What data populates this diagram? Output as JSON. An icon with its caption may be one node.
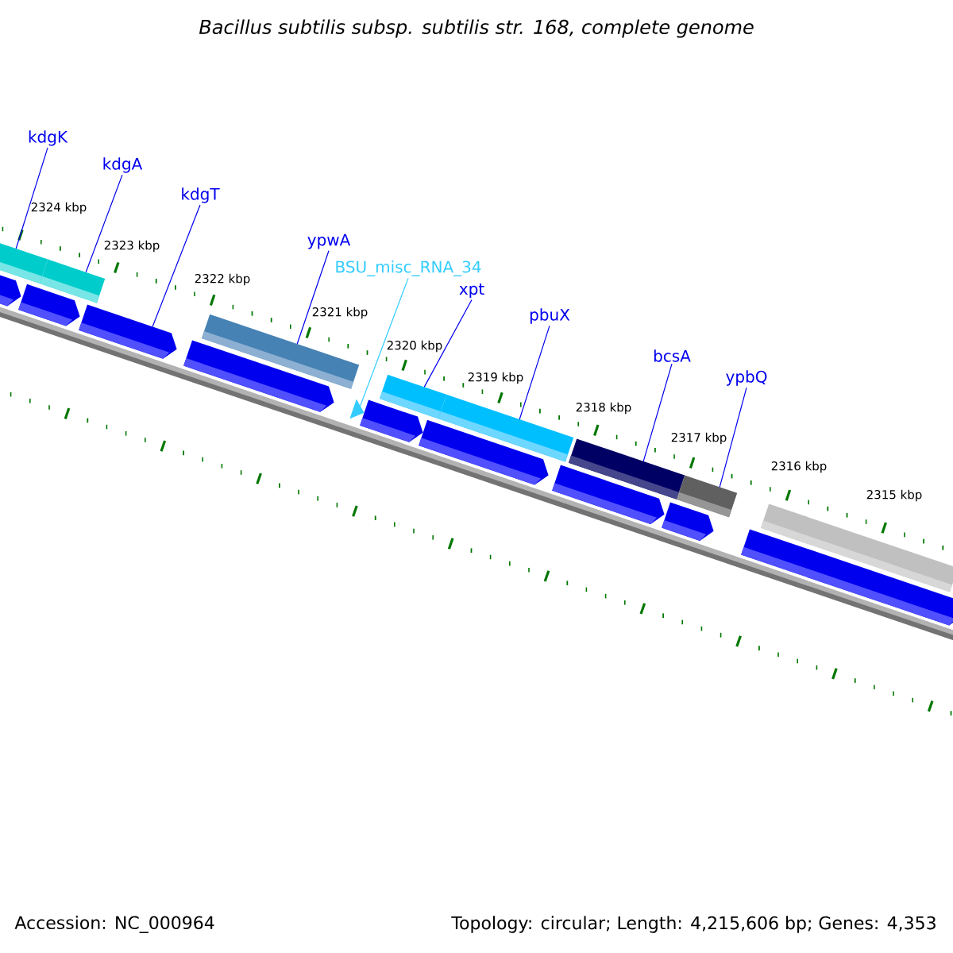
{
  "diagram": {
    "title": "Bacillus subtilis subsp. subtilis str. 168, complete genome",
    "nodes": [
      {
        "text": [
          "kdgK"
        ]
      },
      {
        "text": [
          "kdgA"
        ]
      },
      {
        "text": [
          "kdgT"
        ]
      },
      {
        "text": [
          "ypwA"
        ]
      },
      {
        "text": [
          "BSU_misc_RNA_34"
        ]
      },
      {
        "text": [
          "xpt"
        ]
      },
      {
        "text": [
          "pbuX"
        ]
      },
      {
        "text": [
          "bcsA"
        ]
      },
      {
        "text": [
          "ypbQ"
        ]
      },
      {
        "text": [],
        "shape": "bar"
      },
      {
        "text": [],
        "shape": "bar"
      },
      {
        "text": [],
        "shape": "bar"
      },
      {
        "text": [],
        "shape": "bar"
      },
      {
        "text": [],
        "shape": "bar"
      },
      {
        "text": [],
        "shape": "bar"
      },
      {
        "text": [],
        "shape": "bar"
      },
      {
        "text": [],
        "shape": "bar"
      },
      {
        "text": [],
        "shape": "triangle"
      },
      {
        "text": [],
        "shape": "pentagon"
      },
      {
        "text": [],
        "shape": "pentagon"
      },
      {
        "text": [],
        "shape": "pentagon"
      },
      {
        "text": [],
        "shape": "pentagon"
      },
      {
        "text": [],
        "shape": "pentagon"
      },
      {
        "text": [],
        "shape": "pentagon"
      },
      {
        "text": [],
        "shape": "pentagon"
      },
      {
        "text": [],
        "shape": "pentagon"
      },
      {
        "text": [],
        "shape": "pentagon"
      }
    ],
    "edges": [
      {
        "from": 0,
        "to": 9,
        "arrow": "none"
      },
      {
        "from": 1,
        "to": 10,
        "arrow": "none"
      },
      {
        "from": 2,
        "to": 20,
        "arrow": "none"
      },
      {
        "from": 3,
        "to": 11,
        "arrow": "none"
      },
      {
        "from": 4,
        "to": 17,
        "arrow": "none",
        "color": "#33ccff"
      },
      {
        "from": 5,
        "to": 12,
        "arrow": "none"
      },
      {
        "from": 6,
        "to": 13,
        "arrow": "none"
      },
      {
        "from": 7,
        "to": 14,
        "arrow": "none"
      },
      {
        "from": 8,
        "to": 15,
        "arrow": "none"
      }
    ],
    "labels": [
      "2324 kbp",
      "2323 kbp",
      "2322 kbp",
      "2321 kbp",
      "2320 kbp",
      "2319 kbp",
      "2318 kbp",
      "2317 kbp",
      "2316 kbp",
      "2315 kbp",
      "Accession: NC_000964",
      "Topology: circular; Length: 4,215,606 bp; Genes: 4,353"
    ]
  }
}
